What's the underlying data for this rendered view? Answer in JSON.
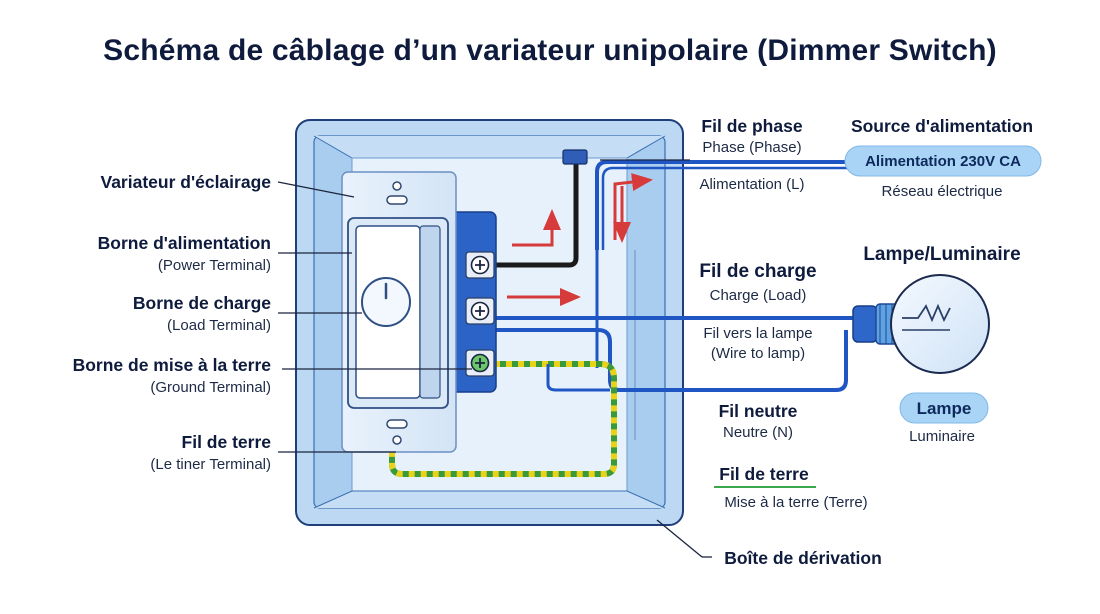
{
  "title": "Schéma de câblage d’un variateur unipolaire (Dimmer Switch)",
  "left_labels": {
    "dimmer": "Variateur d'éclairage",
    "power_terminal": "Borne d'alimentation",
    "power_terminal_en": "(Power Terminal)",
    "load_terminal": "Borne de charge",
    "load_terminal_en": "(Load Terminal)",
    "ground_terminal": "Borne de mise à la terre",
    "ground_terminal_en": "(Ground Terminal)",
    "ground_wire": "Fil de terre",
    "ground_wire_en": "(Le tiner Terminal)"
  },
  "right_labels": {
    "phase_wire": "Fil de phase",
    "phase_wire_sub": "Phase (Phase)",
    "supply_l": "Alimentation (L)",
    "source": "Source d'alimentation",
    "source_pill": "Alimentation 230V CA",
    "grid": "Réseau électrique",
    "lamp_title": "Lampe/Luminaire",
    "load_wire": "Fil de charge",
    "load_wire_sub": "Charge (Load)",
    "to_lamp": "Fil vers la lampe",
    "to_lamp_en": "(Wire to lamp)",
    "neutral_wire": "Fil neutre",
    "neutral_sub": "Neutre (N)",
    "lamp_pill": "Lampe",
    "luminaire": "Luminaire",
    "earth_wire": "Fil de terre",
    "earth_sub": "Mise à la terre (Terre)",
    "junction_box": "Boîte de dérivation"
  },
  "colors": {
    "phase": "#1a1a1a",
    "wire_blue": "#1f56c4",
    "earth_green": "#3a9a3a",
    "earth_yellow": "#e8d21a",
    "flow_arrow": "#d63a3a",
    "box_fill": "#cfe3f7",
    "pill_fill": "#a9d4f5"
  },
  "icons": {
    "terminal": "plus-screw-icon",
    "bulb": "light-bulb-icon"
  }
}
